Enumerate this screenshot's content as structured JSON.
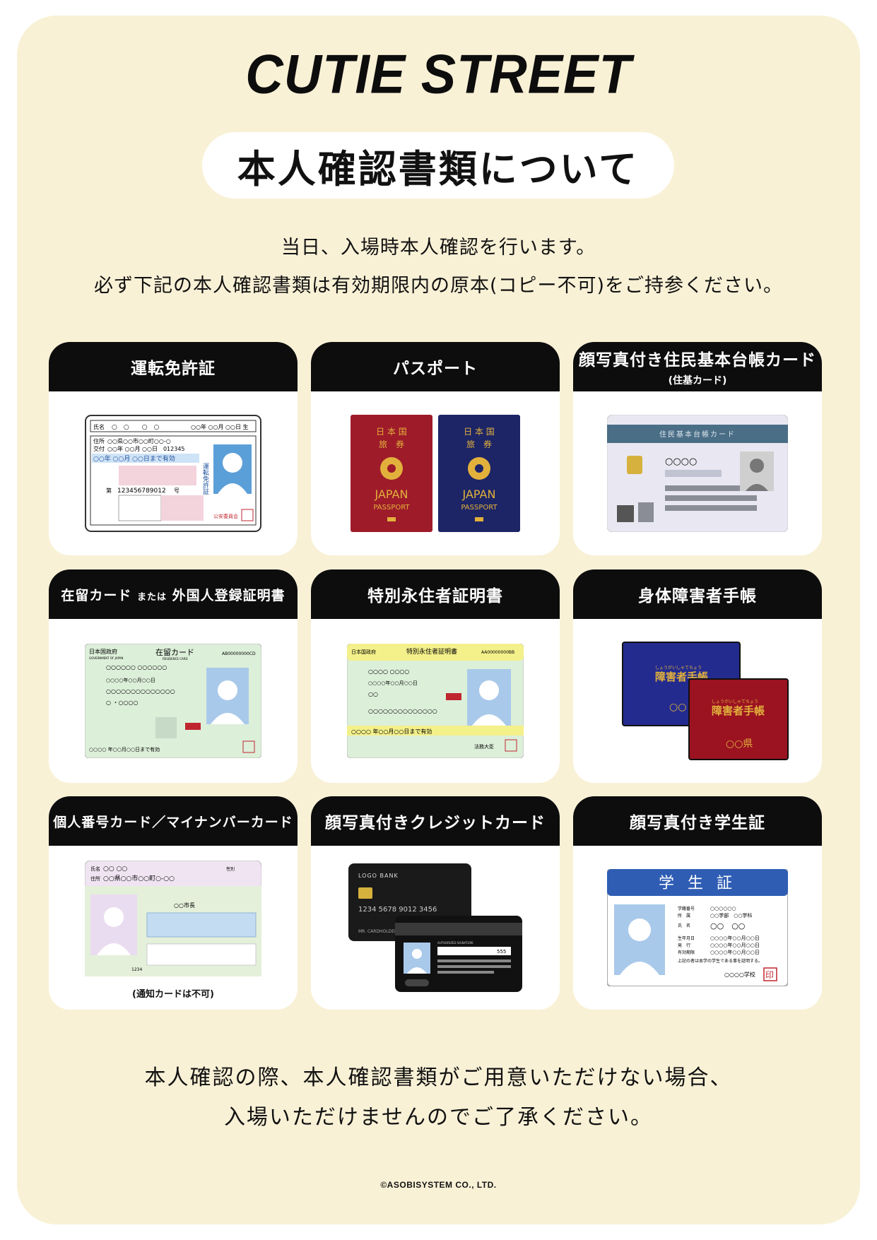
{
  "logo": {
    "text": "CUTIE STREET"
  },
  "title": "本人確認書類について",
  "intro": {
    "line1": "当日、入場時本人確認を行います。",
    "line2": "必ず下記の本人確認書類は有効期限内の原本(コピー不可)をご持参ください。"
  },
  "documents": [
    {
      "title": "運転免許証",
      "card_text": {
        "name_label": "氏名",
        "name": "○　○　　○　○",
        "dob": "○○年 ○○月 ○○日 生",
        "addr_label": "住所",
        "addr": "○○県○○市○○町○○-○",
        "issue_label": "交付",
        "issue": "○○年 ○○月 ○○日　012345",
        "valid": "○○年 ○○月 ○○日まで有効",
        "number_label": "第",
        "number": "123456789012",
        "number_suffix": "号",
        "vertical": "運転免許証",
        "authority": "公安委員会"
      }
    },
    {
      "title": "パスポート",
      "card_text": {
        "jp_top": "日 本 国",
        "jp_bottom": "旅　券",
        "country": "JAPAN",
        "doc": "PASSPORT"
      }
    },
    {
      "title": "顔写真付き住民基本台帳カード",
      "subtitle": "(住基カード)",
      "card_text": {
        "header": "住民基本台帳カード",
        "name": "○○○○"
      }
    },
    {
      "title": "在留カード",
      "title_mid": "または",
      "title_end": "外国人登録証明書",
      "card_text": {
        "gov": "日本国政府",
        "gov_en": "GOVERNMENT OF JAPAN",
        "header": "在留カード",
        "header_en": "RESIDENCE CARD",
        "number": "AB00000000CD",
        "name": "○○○○○○ ○○○○○○",
        "dob": "○○○○年○○月○○日",
        "addr": "○○○○○○○○○○○○○○",
        "status": "○ ・○○○○",
        "valid": "○○○○ 年○○月○○日まで有効"
      }
    },
    {
      "title": "特別永住者証明書",
      "card_text": {
        "gov": "日本国政府",
        "header": "特別永住者証明書",
        "number": "AA00000000BB",
        "name": "○○○○ ○○○○",
        "dob": "○○○○年○○月○○日",
        "nation": "○○",
        "addr": "○○○○○○○○○○○○○○",
        "valid": "○○○○ 年○○月○○日まで有効",
        "issuer": "法務大臣"
      }
    },
    {
      "title": "身体障害者手帳",
      "card_text": {
        "ruby": "しょうがいしゃてちょう",
        "label": "障害者手帳",
        "pref_blue": "○○",
        "pref_red": "○○県"
      }
    },
    {
      "title": "個人番号カード／マイナンバーカード",
      "note": "(通知カードは不可)",
      "card_text": {
        "name_label": "氏名",
        "name": "○○ ○○",
        "addr_label": "住所",
        "addr": "○○県○○市○○町○-○○",
        "sex": "性別",
        "city": "○○市長",
        "number": "1234"
      }
    },
    {
      "title": "顔写真付きクレジットカード",
      "card_text": {
        "bank": "LOGO BANK",
        "number": "1234 5678 9012 3456",
        "holder": "MR. CARDHOLDER",
        "sig": "AUTHORIZED SIGNATURE",
        "cvv": "555"
      }
    },
    {
      "title": "顔写真付き学生証",
      "card_text": {
        "header": "学 生 証",
        "rows": [
          {
            "k": "学籍番号",
            "v": "○○○○○○"
          },
          {
            "k": "所　属",
            "v": "○○学部　○○学科"
          },
          {
            "k": "氏　名",
            "v": "○○　○○"
          },
          {
            "k": "生年月日",
            "v": "○○○○年○○月○○日"
          },
          {
            "k": "発　行",
            "v": "○○○○年○○月○○日"
          },
          {
            "k": "有効期限",
            "v": "○○○○年○○月○○日"
          }
        ],
        "footer": "上記の者は本学の学生である事を証明する。",
        "school": "○○○○学校",
        "seal": "印"
      }
    }
  ],
  "outro": {
    "line1": "本人確認の際、本人確認書類がご用意いただけない場合、",
    "line2": "入場いただけませんのでご了承ください。"
  },
  "copyright": "©ASOBISYSTEM CO., LTD.",
  "colors": {
    "background": "#f9f1d6",
    "header": "#0d0d0d",
    "passport_red": "#9e1b2a",
    "passport_blue": "#1d2566",
    "gold": "#e2b13c"
  }
}
